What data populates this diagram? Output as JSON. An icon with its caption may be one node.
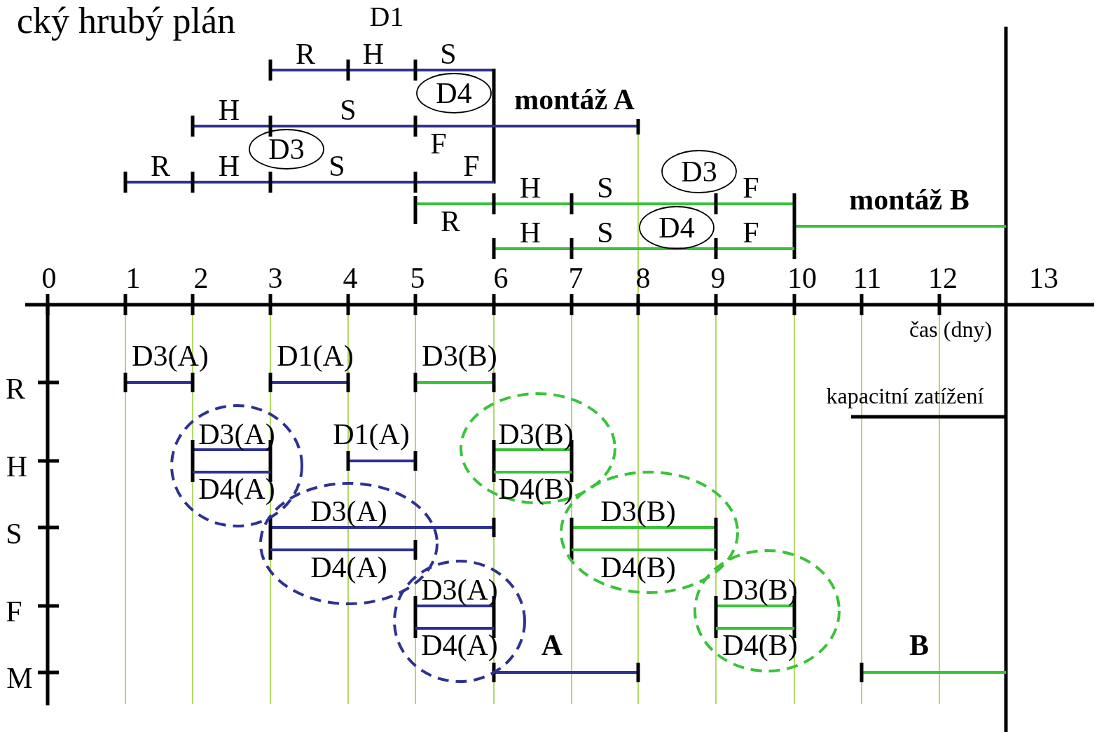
{
  "diagram": {
    "title": "cký hrubý plán",
    "nodes": [
      {
        "text": [
          "D4"
        ]
      },
      {
        "text": [
          "D3"
        ]
      },
      {
        "text": [
          "D3"
        ]
      },
      {
        "text": [
          "D4"
        ]
      },
      {
        "text": [
          "D3(A)",
          "D4(A)"
        ]
      },
      {
        "text": [
          "D3(B)",
          "D4(B)"
        ]
      },
      {
        "text": [
          "D3(A)",
          "D4(A)"
        ]
      },
      {
        "text": [
          "D3(B)",
          "D4(B)"
        ]
      },
      {
        "text": [
          "D3(A)",
          "D4(A)"
        ]
      },
      {
        "text": [
          "D3(B)",
          "D4(B)"
        ]
      }
    ],
    "labels": [
      "D1",
      "R",
      "H",
      "S",
      "montáž A",
      "H",
      "S",
      "F",
      "R",
      "H",
      "S",
      "F",
      "H",
      "S",
      "F",
      "montáž B",
      "R",
      "H",
      "S",
      "F",
      "0",
      "1",
      "2",
      "3",
      "4",
      "5",
      "6",
      "7",
      "8",
      "9",
      "10",
      "11",
      "12",
      "13",
      "čas (dny)",
      "D3(A)",
      "D1(A)",
      "D3(B)",
      "R",
      "kapacitní zatížení",
      "D1(A)",
      "H",
      "S",
      "F",
      "A",
      "B",
      "M"
    ]
  }
}
